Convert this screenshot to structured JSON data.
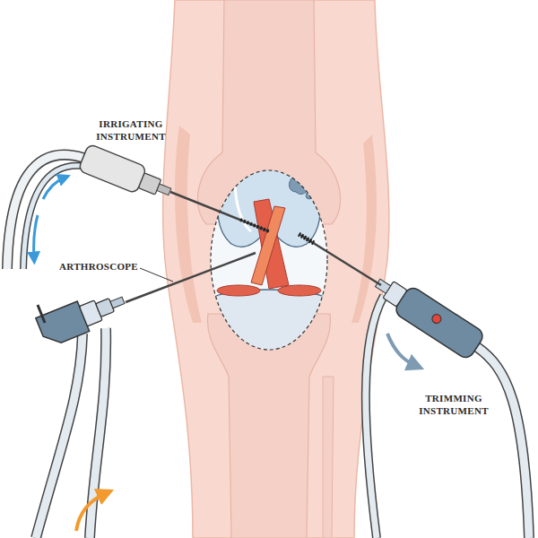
{
  "diagram": {
    "labels": [
      "IRRIGATING INSTRUMENT",
      "ARTHROSCOPE",
      "TRIMMING INSTRUMENT"
    ]
  }
}
